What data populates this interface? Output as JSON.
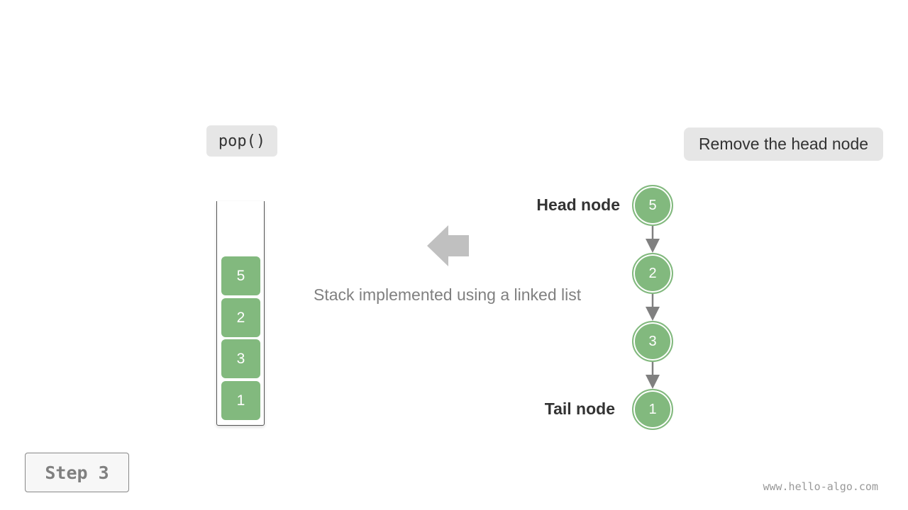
{
  "operation": "pop()",
  "stack": {
    "items": [
      "5",
      "2",
      "3",
      "1"
    ]
  },
  "caption": "Stack implemented using a linked list",
  "action": "Remove the head node",
  "linked_list": {
    "head_label": "Head node",
    "tail_label": "Tail node",
    "nodes": [
      "5",
      "2",
      "3",
      "1"
    ]
  },
  "step": "Step 3",
  "watermark": "www.hello-algo.com",
  "colors": {
    "node_fill": "#82b97e",
    "label_bg": "#e6e6e6",
    "arrow": "#c0c0c0",
    "link": "#808080"
  }
}
